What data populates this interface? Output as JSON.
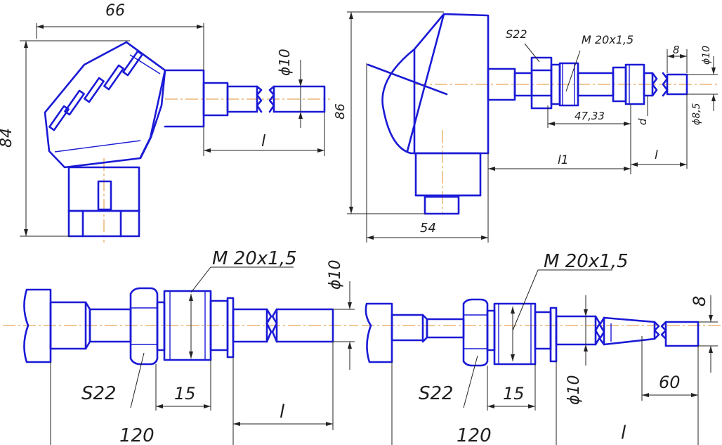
{
  "colors": {
    "outline": "#1a1ad6",
    "dimension": "#222222",
    "center_axis": "#e0922c",
    "background": "#ffffff"
  },
  "top_left_view": {
    "width_dim": "66",
    "height_dim": "84",
    "probe_diameter": "ϕ10",
    "length": "l"
  },
  "top_right_view": {
    "height_dim": "86",
    "width_dim": "54",
    "wrench_size": "S22",
    "thread": "M 20x1,5",
    "length_dim": "47,33",
    "length_l1": "l1",
    "length_l": "l",
    "tip_length": "8",
    "tip_diameter": "ϕ10",
    "tip_diameter_small": "ϕ8,5",
    "diameter_d": "d"
  },
  "bottom_left_view": {
    "thread": "M 20x1,5",
    "probe_diameter": "ϕ10",
    "wrench_size": "S22",
    "thread_length": "15",
    "total_length": "120",
    "length": "l"
  },
  "bottom_right_view": {
    "thread": "M 20x1,5",
    "tip_diameter": "8",
    "probe_diameter": "ϕ10",
    "wrench_size": "S22",
    "thread_length": "15",
    "tip_length": "60",
    "total_length": "120",
    "length": "l"
  }
}
